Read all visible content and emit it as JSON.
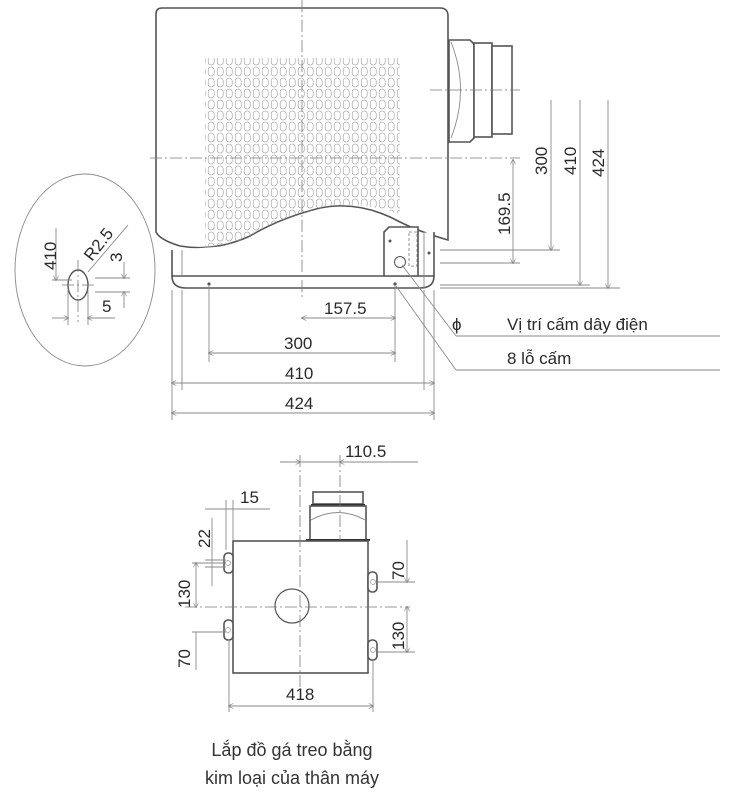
{
  "diagram": {
    "type": "technical-drawing",
    "colors": {
      "line": "#555555",
      "dimension": "#8a8a8a",
      "text": "#2a2a2a"
    },
    "detail_view": {
      "labels": [
        "410",
        "R2.5",
        "3",
        "5"
      ]
    },
    "side_view": {
      "vertical_dims": [
        "169.5",
        "300",
        "410",
        "424"
      ],
      "horizontal_dims": [
        "157.5",
        "300",
        "410",
        "424"
      ]
    },
    "callouts": {
      "phi_symbol": "ϕ",
      "power_position": "Vị trí cấm dây điện",
      "holes": "8 lỗ cấm"
    },
    "top_view": {
      "dims": {
        "duct_offset": "110.5",
        "edge": "15",
        "bracket": "22",
        "left_upper": "130",
        "left_lower": "70",
        "right_upper": "70",
        "right_lower": "130",
        "width": "418"
      }
    },
    "caption": {
      "line1": "Lắp đồ gá treo bằng",
      "line2": "kim loại của thân máy"
    }
  }
}
